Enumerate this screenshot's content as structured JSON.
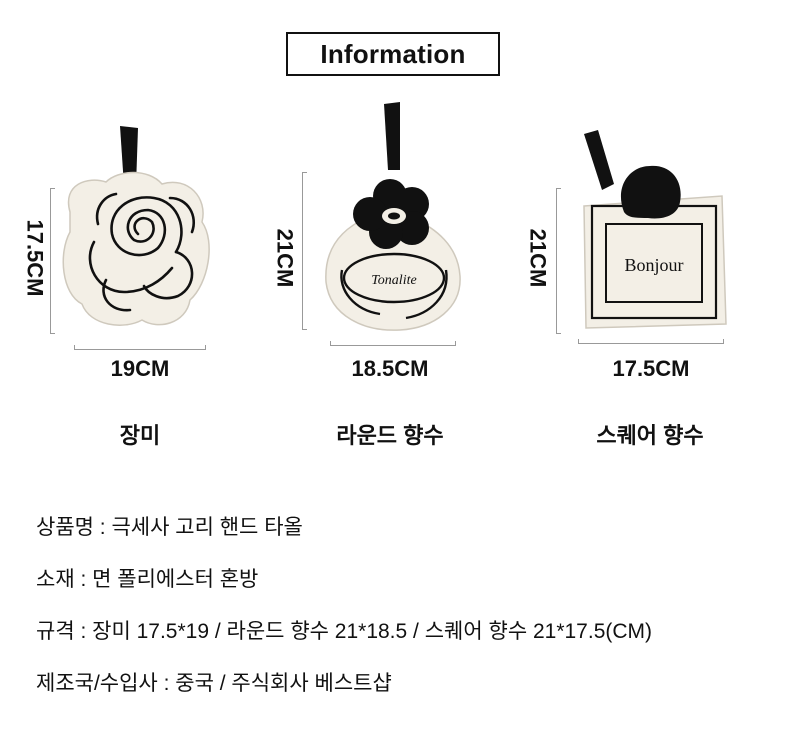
{
  "header": {
    "title": "Information"
  },
  "products": [
    {
      "name": "장미",
      "height_label": "17.5CM",
      "width_label": "19CM"
    },
    {
      "name": "라운드 향수",
      "height_label": "21CM",
      "width_label": "18.5CM",
      "tag_text": "Tonalite"
    },
    {
      "name": "스퀘어 향수",
      "height_label": "21CM",
      "width_label": "17.5CM",
      "tag_text": "Bonjour"
    }
  ],
  "specs": [
    "상품명 : 극세사 고리 핸드 타올",
    "소재 : 면 폴리에스터 혼방",
    "규격 : 장미 17.5*19 / 라운드 향수 21*18.5 / 스퀘어 향수 21*17.5(CM)",
    "제조국/수입사 : 중국 / 주식회사 베스트샵"
  ],
  "colors": {
    "towel": "#f3efe6",
    "ink": "#111111",
    "guide": "#999999"
  }
}
